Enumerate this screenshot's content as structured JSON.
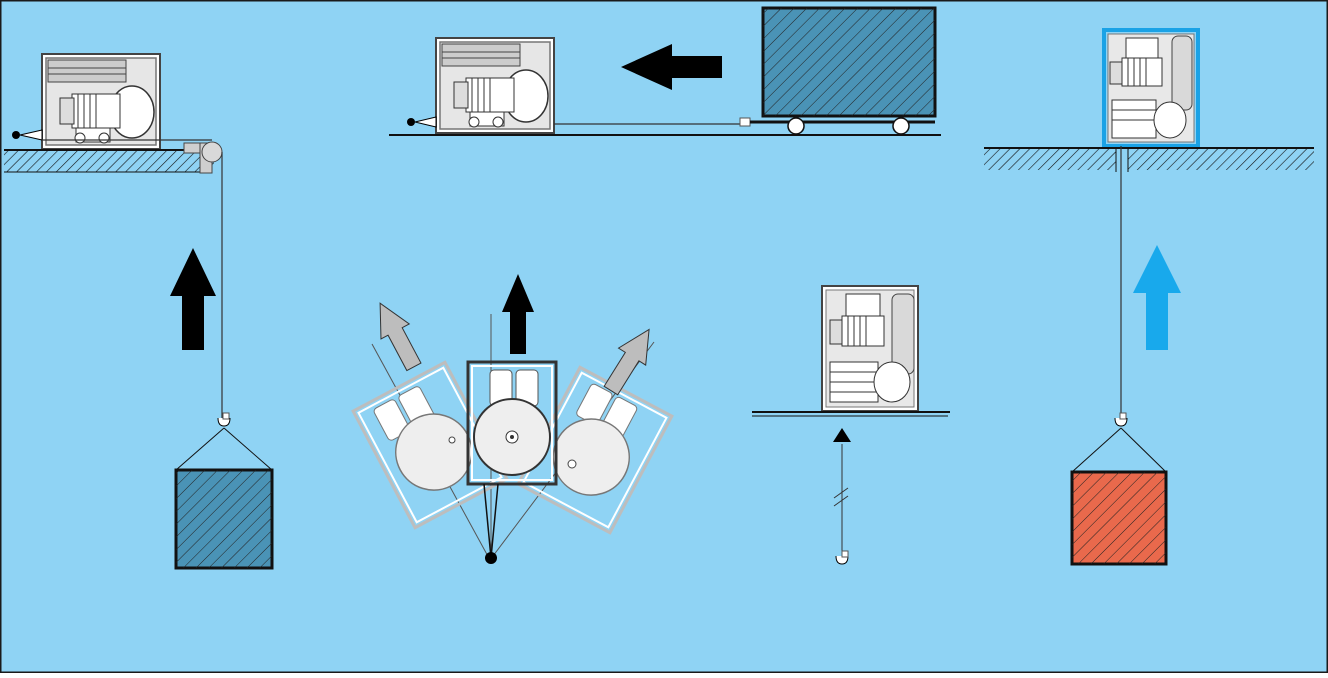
{
  "colors": {
    "background": "#8fd3f4",
    "border": "#1a1a1a",
    "frame": "#cfcfcf",
    "arrow_black": "#000000",
    "arrow_blue": "#18a9ec",
    "arrow_gray": "#bdbdbd",
    "load_blue": "#4a93b6",
    "load_red": "#e9694c",
    "frame_blue": "#1aa2e6"
  },
  "scenes": [
    {
      "id": "floor-winch-vertical-lift",
      "arrow": "up-black",
      "load": "hatched-blue"
    },
    {
      "id": "horizontal-pull-trolley",
      "arrow": "left-black",
      "load": "wagon"
    },
    {
      "id": "tilted-winch-angles",
      "arrow": "fan-three"
    },
    {
      "id": "ceiling-winch-vertical-lift",
      "arrow": "up-blue",
      "load": "hatched-red"
    },
    {
      "id": "wall-mounted-winch",
      "arrow": "up-small-triangle"
    }
  ]
}
